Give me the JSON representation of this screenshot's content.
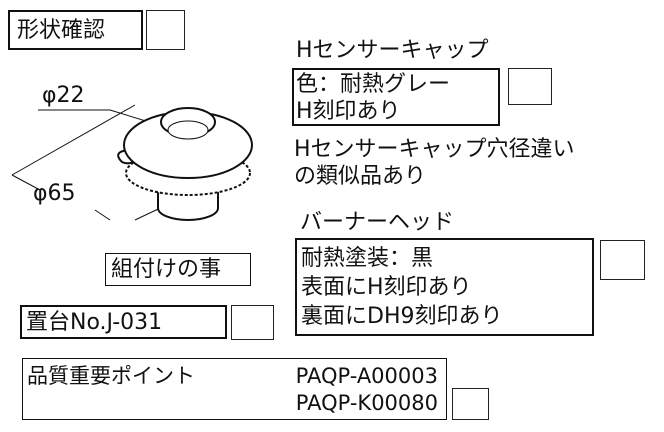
{
  "title": {
    "label": "形状確認"
  },
  "dimensions": {
    "inner_diameter": "φ22",
    "outer_diameter": "φ65"
  },
  "sensor_cap": {
    "heading": "Hセンサーキャップ",
    "spec_lines": [
      "色：耐熱グレー",
      "H刻印あり"
    ],
    "warning_lines": [
      "Hセンサーキャップ穴径違い",
      "の類似品あり"
    ]
  },
  "burner_head": {
    "heading": "バーナーヘッド",
    "spec_lines": [
      "耐熱塗装：黒",
      "表面にH刻印あり",
      "裏面にDH9刻印あり"
    ]
  },
  "assembly_note": "組付けの事",
  "stand": {
    "label": "置台No.J-031"
  },
  "quality": {
    "label": "品質重要ポイント",
    "codes": [
      "PAQP-A00003",
      "PAQP-K00080"
    ]
  }
}
